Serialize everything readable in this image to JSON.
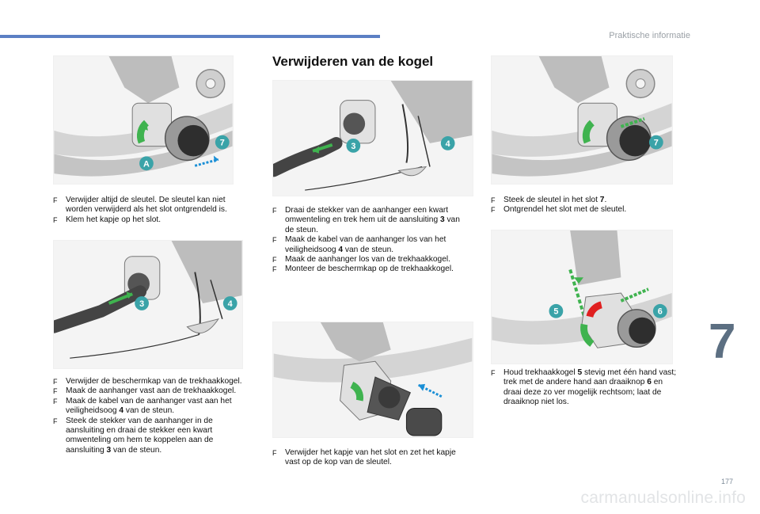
{
  "header": {
    "section": "Praktische informatie"
  },
  "page_number": "177",
  "chapter": "7",
  "watermark": "carmanualsonline.info",
  "title": "Verwijderen van de kogel",
  "bullet_glyph": "F",
  "colors": {
    "accent_blue": "#5b7fc4",
    "chapter_grey": "#5c6f82",
    "badge_teal": "#3aa3a8",
    "arrow_green": "#3fb34f",
    "lock_red": "#e02020"
  },
  "figures": {
    "fig1": {
      "callouts": [
        "7",
        "A"
      ]
    },
    "fig2": {
      "callouts": [
        "3",
        "4"
      ]
    },
    "fig3": {
      "callouts": [
        "3",
        "4"
      ]
    },
    "fig4": {
      "callouts": []
    },
    "fig5": {
      "callouts": [
        "7"
      ]
    },
    "fig6": {
      "callouts": [
        "5",
        "6"
      ]
    }
  },
  "col1": {
    "block1": [
      {
        "text": "Verwijder altijd de sleutel. De sleutel kan niet worden verwijderd als het slot ontgrendeld is."
      },
      {
        "text": "Klem het kapje op het slot."
      }
    ],
    "block2": [
      {
        "text": "Verwijder de beschermkap van de trekhaakkogel."
      },
      {
        "text": "Maak de aanhanger vast aan de trekhaakkogel."
      },
      {
        "pre": "Maak de kabel van de aanhanger vast aan het veiligheidsoog ",
        "num": "4",
        "post": " van de steun."
      },
      {
        "pre": "Steek de stekker van de aanhanger in de aansluiting en draai de stekker een kwart omwenteling om hem te koppelen aan de aansluiting ",
        "num": "3",
        "post": " van de steun."
      }
    ]
  },
  "col2": {
    "block1": [
      {
        "pre": "Draai de stekker van de aanhanger een kwart omwenteling en trek hem uit de aansluiting ",
        "num": "3",
        "post": " van de steun."
      },
      {
        "pre": "Maak de kabel van de aanhanger los van het veiligheidsoog ",
        "num": "4",
        "post": " van de steun."
      },
      {
        "text": "Maak de aanhanger los van de trekhaakkogel."
      },
      {
        "text": "Monteer de beschermkap op de trekhaakkogel."
      }
    ],
    "block2": [
      {
        "text": "Verwijder het kapje van het slot en zet het kapje vast op de kop van de sleutel."
      }
    ]
  },
  "col3": {
    "block1": [
      {
        "pre": "Steek de sleutel in het slot ",
        "num": "7",
        "post": "."
      },
      {
        "text": "Ontgrendel het slot met de sleutel."
      }
    ],
    "block2": [
      {
        "pre": "Houd trekhaakkogel ",
        "num": "5",
        "post": " stevig met één hand vast; trek met de andere hand aan draaiknop "
      },
      {
        "num": "6",
        "post": " en draai deze zo ver mogelijk rechtsom; laat de draaiknop niet los."
      }
    ]
  }
}
